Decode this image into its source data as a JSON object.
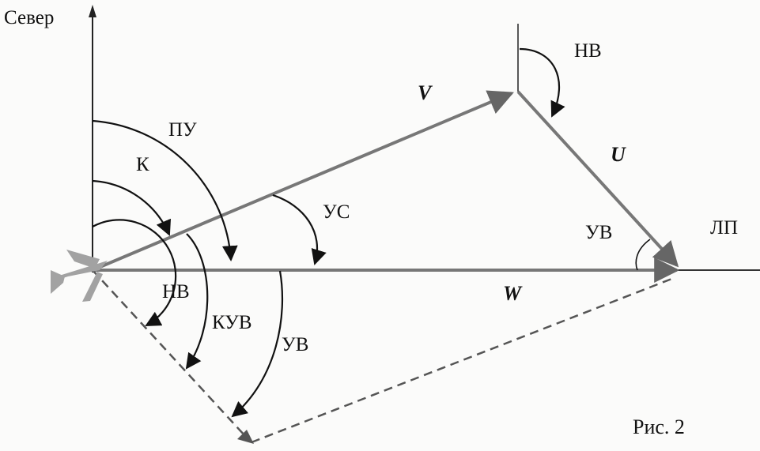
{
  "labels": {
    "north": "Север",
    "track_line": "ЛП",
    "caption": "Рис. 2",
    "vector_airspeed": "V",
    "vector_wind": "U",
    "vector_groundspeed": "W",
    "track_angle": "ПУ",
    "heading": "К",
    "drift_angle": "УС",
    "wind_direction_top": "НВ",
    "wind_angle_right": "УВ",
    "wind_direction_left": "НВ",
    "relative_wind_angle": "КУВ",
    "wind_angle_left": "УВ"
  },
  "colors": {
    "vector": "#777777",
    "line": "#222222",
    "arc": "#111111",
    "plane": "#999999",
    "background": "#fbfbfa"
  }
}
